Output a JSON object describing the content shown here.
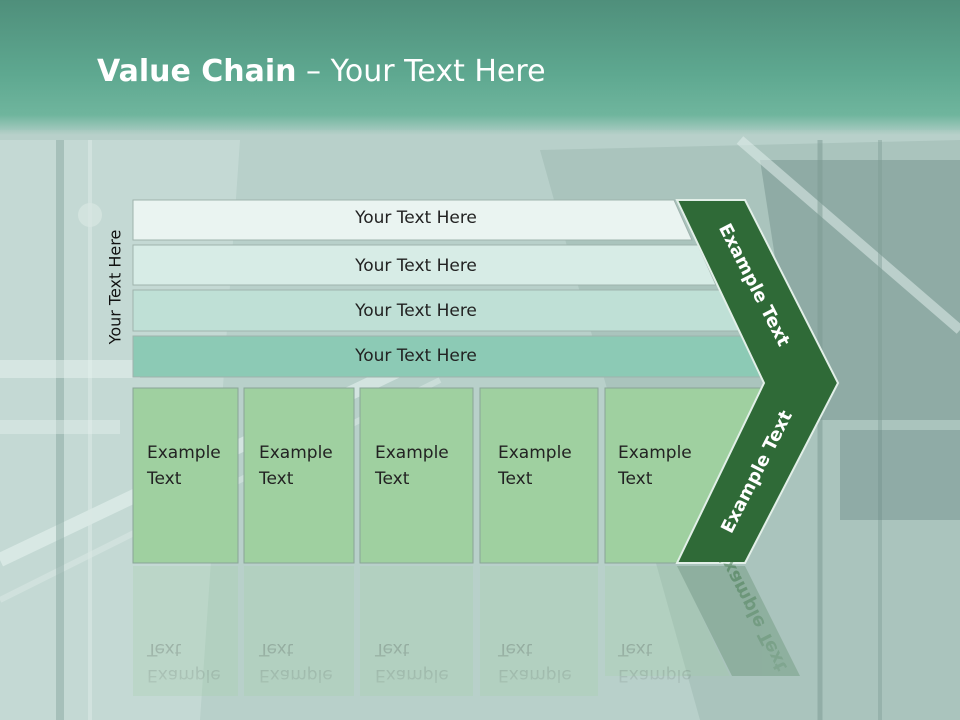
{
  "title": {
    "bold": "Value Chain",
    "rest": " – Your Text Here"
  },
  "vertical_label": "Your Text Here",
  "rows": [
    {
      "label": "Your Text Here"
    },
    {
      "label": "Your Text Here"
    },
    {
      "label": "Your Text Here"
    },
    {
      "label": "Your Text Here"
    }
  ],
  "cells": [
    {
      "line1": "Example",
      "line2": "Text"
    },
    {
      "line1": "Example",
      "line2": "Text"
    },
    {
      "line1": "Example",
      "line2": "Text"
    },
    {
      "line1": "Example",
      "line2": "Text"
    },
    {
      "line1": "Example",
      "line2": "Text"
    }
  ],
  "chevron_top": "Example Text",
  "chevron_bottom": "Example Text",
  "reflection": {
    "cells": [
      {
        "line1": "Example",
        "line2": "Text"
      },
      {
        "line1": "Example",
        "line2": "Text"
      },
      {
        "line1": "Example",
        "line2": "Text"
      },
      {
        "line1": "Example",
        "line2": "Text"
      },
      {
        "line1": "Example",
        "line2": "Text"
      }
    ],
    "chevron": "Example Text"
  },
  "colors": {
    "row1": "#eaf4f1",
    "row2": "#d7ece6",
    "row3": "#bfe0d6",
    "row4": "#8ccab5",
    "cell": "#9fd0a0",
    "chevron": "#2f6a37"
  }
}
